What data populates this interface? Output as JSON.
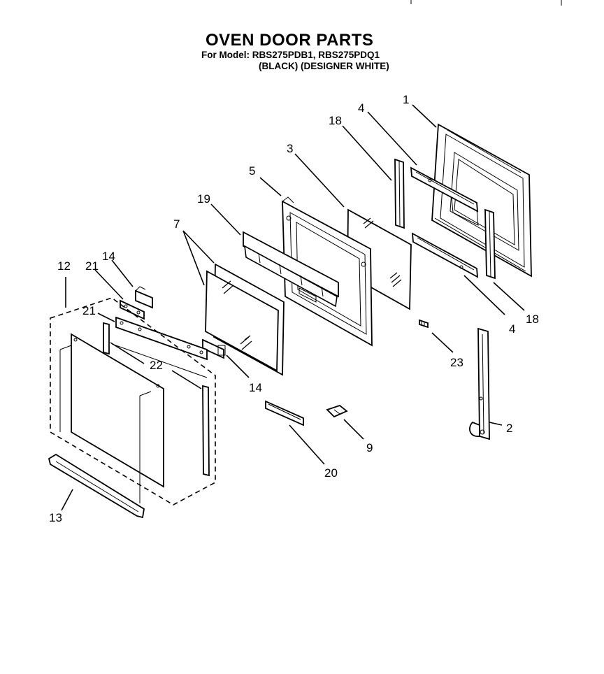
{
  "header": {
    "title": "OVEN DOOR PARTS",
    "model_line": "For Model: RBS275PDB1, RBS275PDQ1",
    "color_line": "(BLACK) (DESIGNER WHITE)"
  },
  "callouts": {
    "c1": "1",
    "c2": "2",
    "c3": "3",
    "c4a": "4",
    "c4b": "4",
    "c5": "5",
    "c7": "7",
    "c9": "9",
    "c12": "12",
    "c13": "13",
    "c14a": "14",
    "c14b": "14",
    "c18a": "18",
    "c18b": "18",
    "c19": "19",
    "c20": "20",
    "c21a": "21",
    "c21b": "21",
    "c22": "22",
    "c23": "23"
  }
}
